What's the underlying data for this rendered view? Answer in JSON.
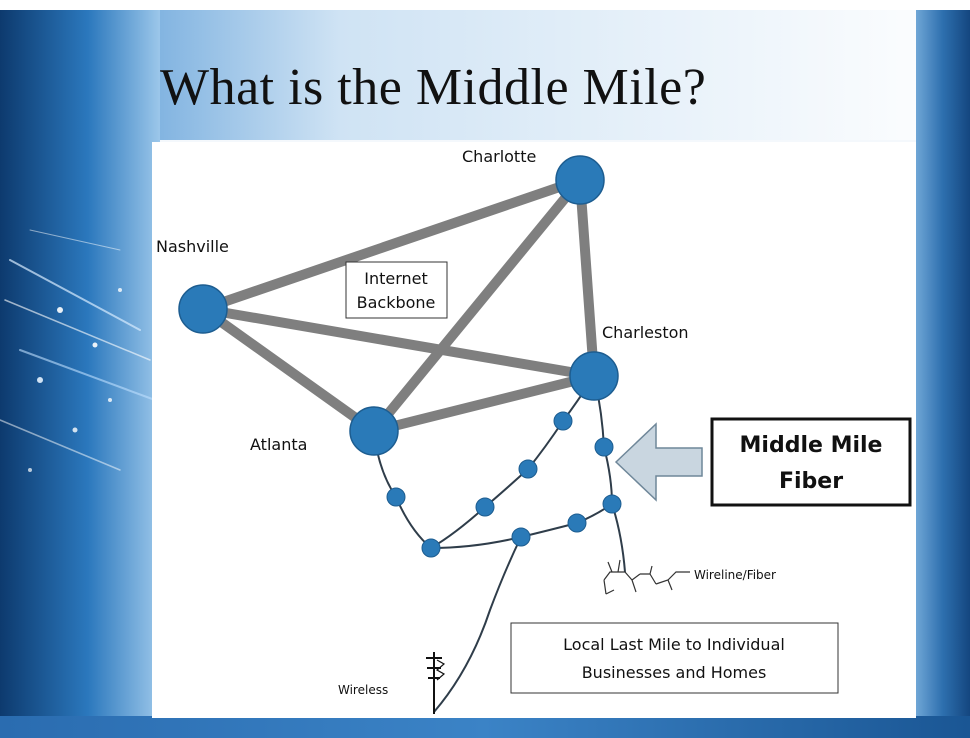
{
  "title": "What is the Middle Mile?",
  "colors": {
    "node": "#2a7ab8",
    "backbone": "#7f7f7f",
    "fiber_link": "#2f3d4a",
    "arrow": "#c9d6e0",
    "slide_blue": "#1b5d99"
  },
  "cities": [
    "Charlotte",
    "Nashville",
    "Charleston",
    "Atlanta"
  ],
  "labels": {
    "backbone": [
      "Internet",
      "Backbone"
    ],
    "middle_mile": [
      "Middle Mile",
      "Fiber"
    ],
    "last_mile": [
      "Local Last Mile to Individual",
      "Businesses and Homes"
    ],
    "wireline": "Wireline/Fiber",
    "wireless": "Wireless"
  }
}
